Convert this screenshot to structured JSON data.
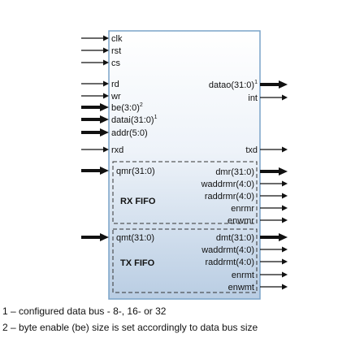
{
  "colors": {
    "block_fill_top": "#ffffff",
    "block_fill_bottom": "#b9cde3",
    "block_border": "#7aa3c9",
    "ink": "#111111"
  },
  "inputs": [
    {
      "label": "clk",
      "bus": false
    },
    {
      "label": "rst",
      "bus": false
    },
    {
      "label": "cs",
      "bus": false
    },
    {
      "label": "rd",
      "bus": false
    },
    {
      "label": "wr",
      "bus": false
    },
    {
      "label": "be(3:0)",
      "sup": "2",
      "bus": true
    },
    {
      "label": "datai(31:0)",
      "sup": "1",
      "bus": true
    },
    {
      "label": "addr(5:0)",
      "bus": true
    },
    {
      "label": "rxd",
      "bus": false
    }
  ],
  "outputs": [
    {
      "label": "datao(31:0)",
      "sup": "1",
      "bus": true
    },
    {
      "label": "int",
      "bus": false
    },
    {
      "label": "txd",
      "bus": false
    }
  ],
  "rx_fifo": {
    "title": "RX FIFO",
    "input": {
      "label": "qmr(31:0)",
      "bus": true
    },
    "outputs": [
      {
        "label": "dmr(31:0)",
        "bus": true
      },
      {
        "label": "waddrmr(4:0)",
        "bus": false
      },
      {
        "label": "raddrmr(4:0)",
        "bus": false
      },
      {
        "label": "enrmr",
        "bus": false
      },
      {
        "label": "enwmr",
        "bus": false
      }
    ]
  },
  "tx_fifo": {
    "title": "TX FIFO",
    "input": {
      "label": "qmt(31:0)",
      "bus": true
    },
    "outputs": [
      {
        "label": "dmt(31:0)",
        "bus": true
      },
      {
        "label": "waddrmt(4:0)",
        "bus": false
      },
      {
        "label": "raddrmt(4:0)",
        "bus": false
      },
      {
        "label": "enrmt",
        "bus": false
      },
      {
        "label": "enwmt",
        "bus": false
      }
    ]
  },
  "notes": [
    "1 – configured data bus - 8-, 16- or 32",
    "2 – byte enable (be) size is set accordingly to data bus size"
  ]
}
